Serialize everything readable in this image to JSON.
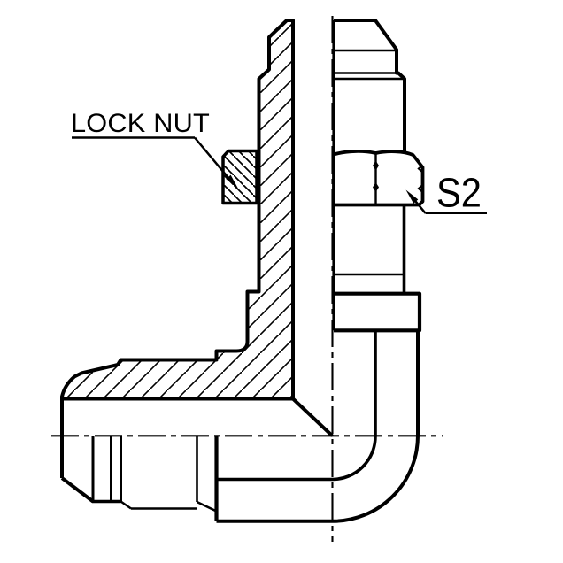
{
  "drawing": {
    "type": "technical-section-drawing",
    "subject": "90-degree adjustable elbow fitting, half-section view",
    "colors": {
      "background": "#ffffff",
      "line": "#000000"
    },
    "labels": {
      "lock_nut": "LOCK NUT",
      "s2": "S2"
    }
  }
}
